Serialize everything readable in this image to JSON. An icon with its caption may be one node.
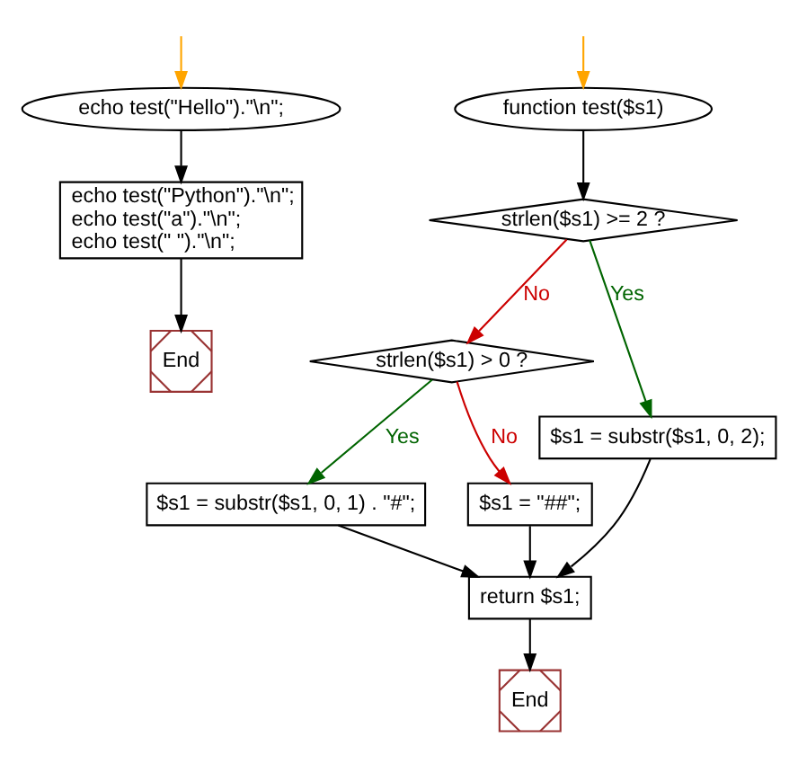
{
  "diagram": {
    "nodes": [
      {
        "text": [
          "echo test(\"Hello\").\"\\n\";"
        ]
      },
      {
        "text": [
          "echo test(\"Python\").\"\\n\";",
          "echo test(\"a\").\"\\n\";",
          "echo test(\" \").\"\\n\";"
        ]
      },
      {
        "text": [
          "End"
        ]
      },
      {
        "text": [
          "function test($s1)"
        ]
      },
      {
        "text": [
          "strlen($s1) >= 2 ?"
        ]
      },
      {
        "text": [
          "strlen($s1) > 0 ?"
        ]
      },
      {
        "text": [
          "$s1 = substr($s1, 0, 2);"
        ]
      },
      {
        "text": [
          "$s1 = substr($s1, 0, 1) . \"#\";"
        ]
      },
      {
        "text": [
          "$s1 = \"##\";"
        ]
      },
      {
        "text": [
          "return $s1;"
        ]
      },
      {
        "text": [
          "End"
        ]
      }
    ],
    "edges": [
      {
        "from": null,
        "to": 0,
        "arrow": "to",
        "color": "#ffa500"
      },
      {
        "from": 0,
        "to": 1,
        "arrow": "to"
      },
      {
        "from": 1,
        "to": 2,
        "arrow": "to"
      },
      {
        "from": null,
        "to": 3,
        "arrow": "to",
        "color": "#ffa500"
      },
      {
        "from": 3,
        "to": 4,
        "arrow": "to"
      },
      {
        "from": 4,
        "to": 6,
        "arrow": "to",
        "label": "Yes",
        "color": "#006400"
      },
      {
        "from": 4,
        "to": 5,
        "arrow": "to",
        "label": "No",
        "color": "#cc0000"
      },
      {
        "from": 5,
        "to": 7,
        "arrow": "to",
        "label": "Yes",
        "color": "#006400"
      },
      {
        "from": 5,
        "to": 8,
        "arrow": "to",
        "label": "No",
        "color": "#cc0000"
      },
      {
        "from": 6,
        "to": 9,
        "arrow": "to"
      },
      {
        "from": 7,
        "to": 9,
        "arrow": "to"
      },
      {
        "from": 8,
        "to": 9,
        "arrow": "to"
      },
      {
        "from": 9,
        "to": 10,
        "arrow": "to"
      }
    ]
  }
}
